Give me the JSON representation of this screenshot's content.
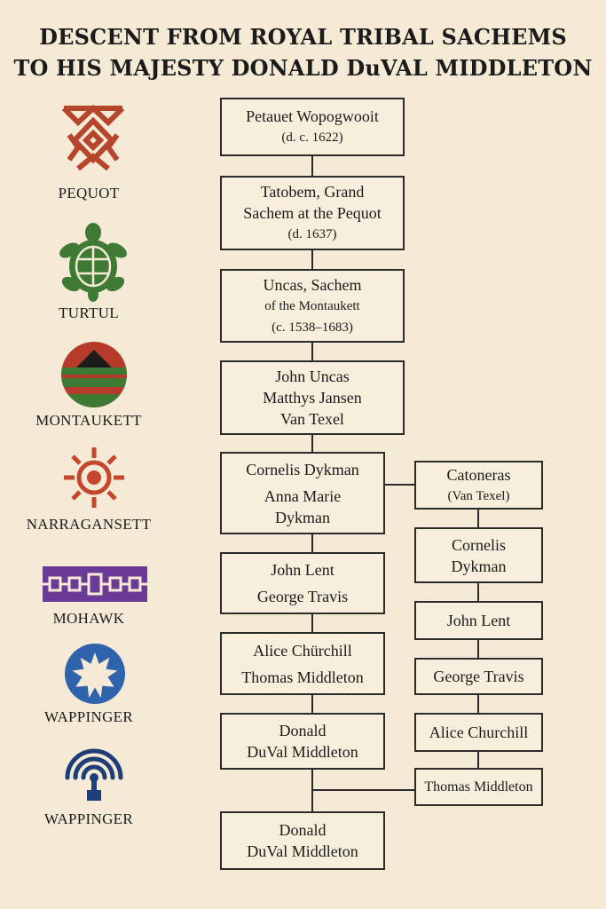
{
  "title": {
    "line1": "DESCENT FROM ROYAL TRIBAL SACHEMS",
    "line2": "TO HIS MAJESTY DONALD DuVAL MIDDLETON"
  },
  "tribes": [
    {
      "label": "PEQUOT",
      "icon": "pequot-geometric-emblem-icon",
      "color": "#b5452b"
    },
    {
      "label": "TURTUL",
      "icon": "turtle-icon",
      "color": "#3f7a35"
    },
    {
      "label": "MONTAUKETT",
      "icon": "mountain-disc-icon",
      "color": "#b63a2a"
    },
    {
      "label": "NARRAGANSETT",
      "icon": "sun-icon",
      "color": "#c4462c"
    },
    {
      "label": "MOHAWK",
      "icon": "wampum-belt-icon",
      "color": "#6a3a96"
    },
    {
      "label": "WAPPINGER",
      "icon": "star-disc-icon",
      "color": "#2f64ad"
    },
    {
      "label": "WAPPINGER",
      "icon": "signal-tower-icon",
      "color": "#1e3e78"
    }
  ],
  "main_line": [
    {
      "lines": [
        "Petauet Wopogwooit",
        "(d. c. 1622)"
      ]
    },
    {
      "lines": [
        "Tatobem, Grand",
        "Sachem at the Pequot",
        "(d. 1637)"
      ]
    },
    {
      "lines": [
        "Uncas, Sachem",
        "of the Montaukett",
        "(c. 1538–1683)"
      ]
    },
    {
      "lines": [
        "John Uncas",
        "Matthys Jansen",
        "Van Texel"
      ]
    },
    {
      "lines": [
        "Cornelis Dykman",
        "Anna Marie",
        "Dykman"
      ]
    },
    {
      "lines": [
        "John Lent",
        "George Travis"
      ]
    },
    {
      "lines": [
        "Alice Chürchill",
        "Thomas Middleton"
      ]
    },
    {
      "lines": [
        "Donald",
        "DuVal Middleton"
      ]
    },
    {
      "lines": [
        "Donald",
        "DuVal Middleton"
      ]
    }
  ],
  "side_line": [
    {
      "lines": [
        "Catoneras",
        "(Van Texel)"
      ]
    },
    {
      "lines": [
        "Cornelis",
        "Dykman"
      ]
    },
    {
      "lines": [
        "John Lent"
      ]
    },
    {
      "lines": [
        "George Travis"
      ]
    },
    {
      "lines": [
        "Alice Churchill"
      ]
    },
    {
      "lines": [
        "Thomas Middleton"
      ]
    }
  ],
  "colors": {
    "background": "#f5ead6",
    "border": "#2b2b2b",
    "text": "#1b1b1b"
  }
}
